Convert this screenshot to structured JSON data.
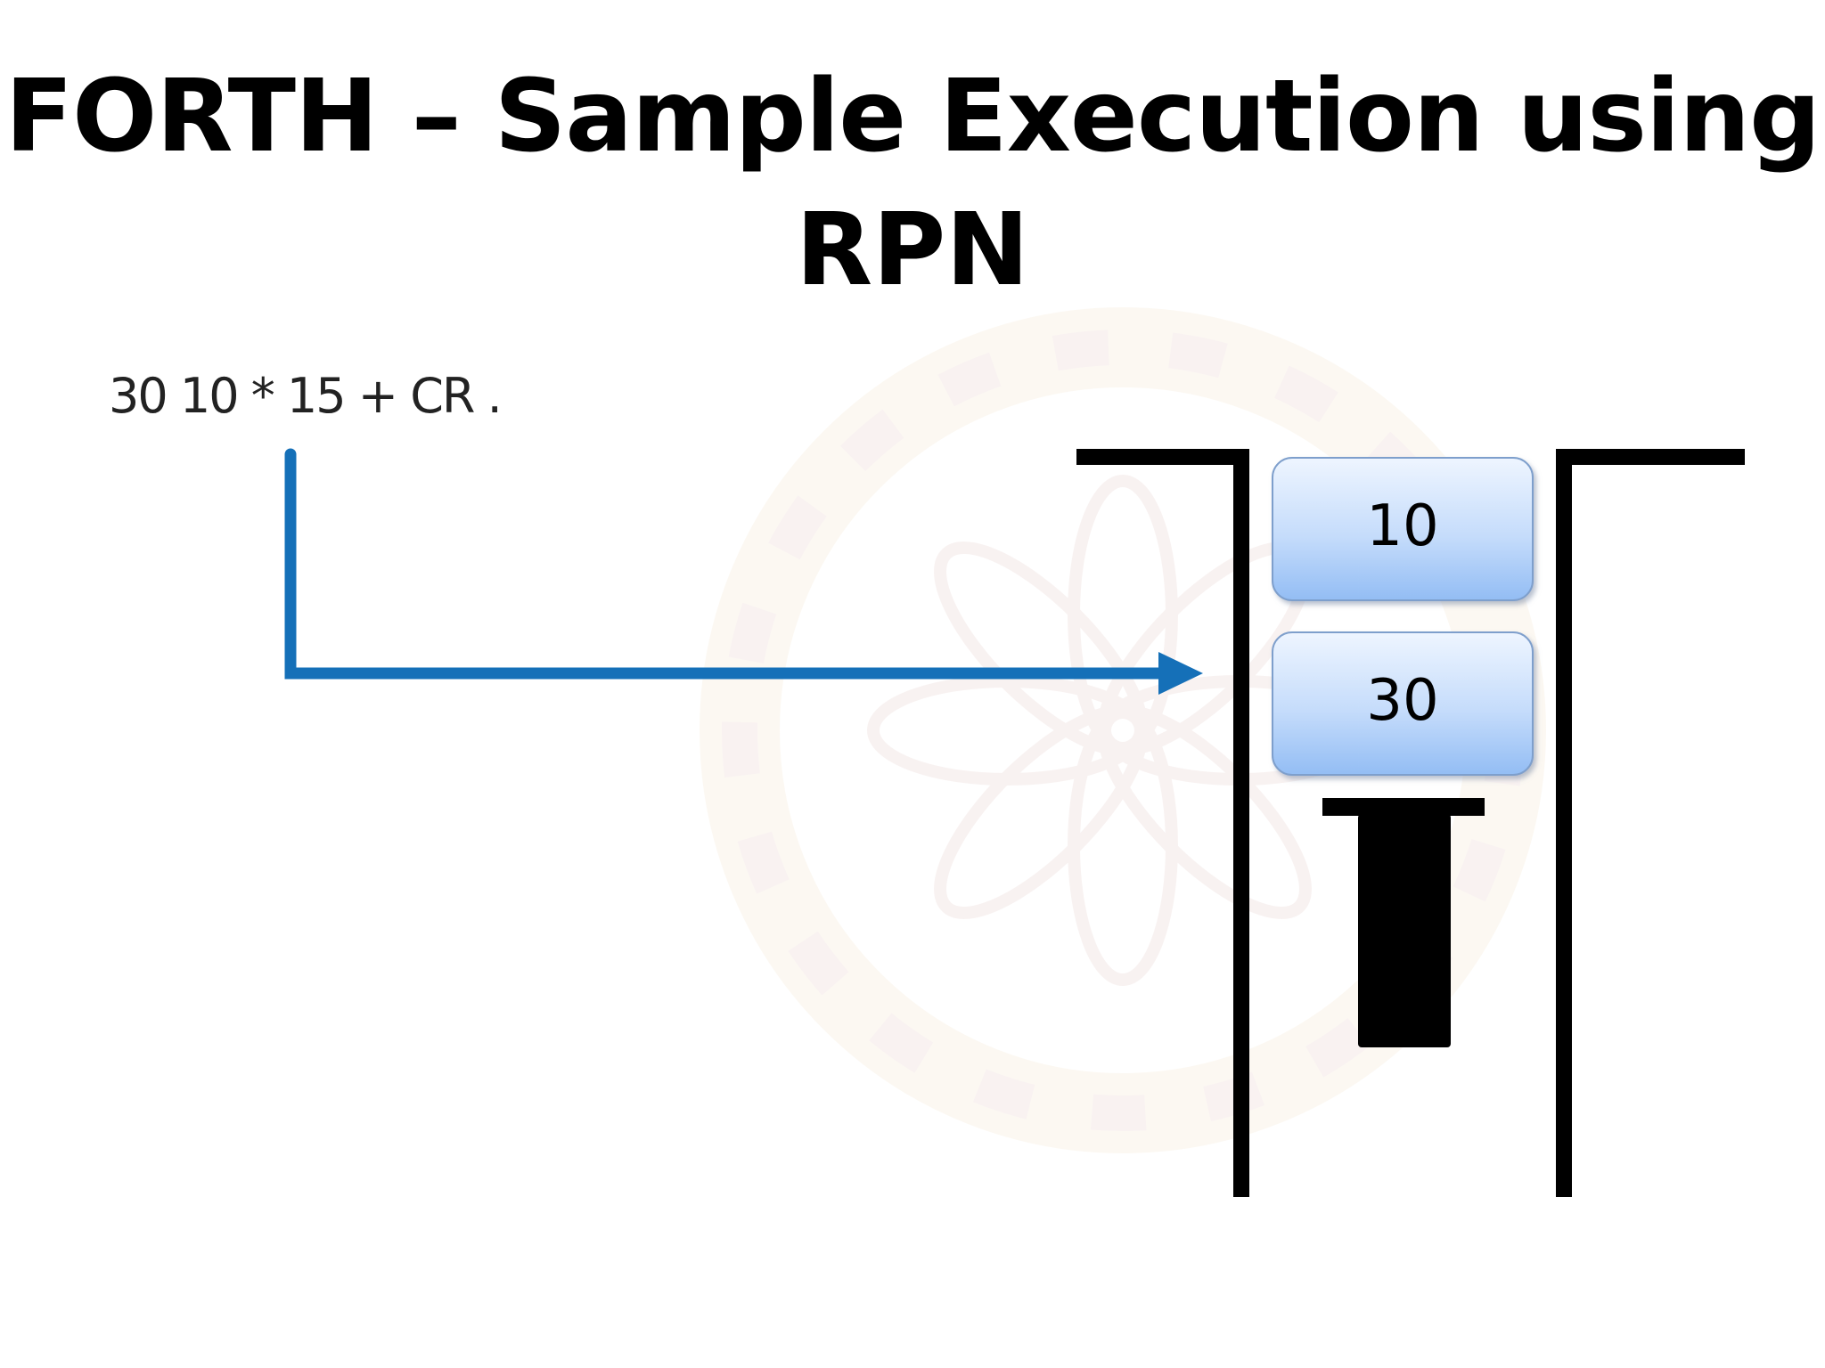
{
  "title": {
    "line1": "FORTH – Sample Execution using",
    "line2": "RPN"
  },
  "expression": "30 10 * 15 + CR .",
  "stack": {
    "items": [
      "10",
      "30"
    ]
  },
  "colors": {
    "arrow": "#1570b8",
    "cell_fill_top": "#eef5ff",
    "cell_fill_bottom": "#93bdf4",
    "cell_border": "#7e9fcc",
    "walls": "#000000"
  }
}
